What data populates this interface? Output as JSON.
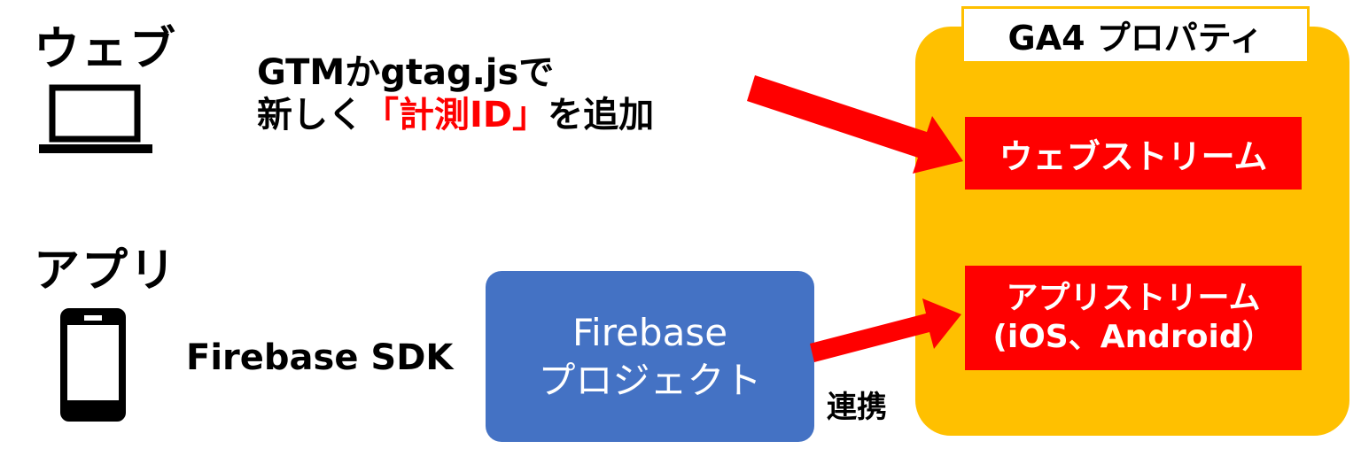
{
  "web": {
    "label": "ウェブ",
    "icon": "laptop-icon",
    "instruction": {
      "line1": "GTMかgtag.jsで",
      "line2_prefix": "新しく",
      "line2_highlight": "「計測ID」",
      "line2_suffix": "を追加"
    }
  },
  "app": {
    "label": "アプリ",
    "icon": "smartphone-icon",
    "sdk_label": "Firebase SDK"
  },
  "firebase_box": {
    "line1": "Firebase",
    "line2": "プロジェクト"
  },
  "link_label": "連携",
  "ga4": {
    "title": "GA4 プロパティ",
    "web_stream": "ウェブストリーム",
    "app_stream_line1": "アプリストリーム",
    "app_stream_line2": "(iOS、Android）"
  },
  "colors": {
    "ga4_panel": "#ffc000",
    "stream": "#ff0000",
    "arrow": "#ff0000",
    "firebase_box": "#4472c4",
    "highlight_text": "#ff0000"
  }
}
